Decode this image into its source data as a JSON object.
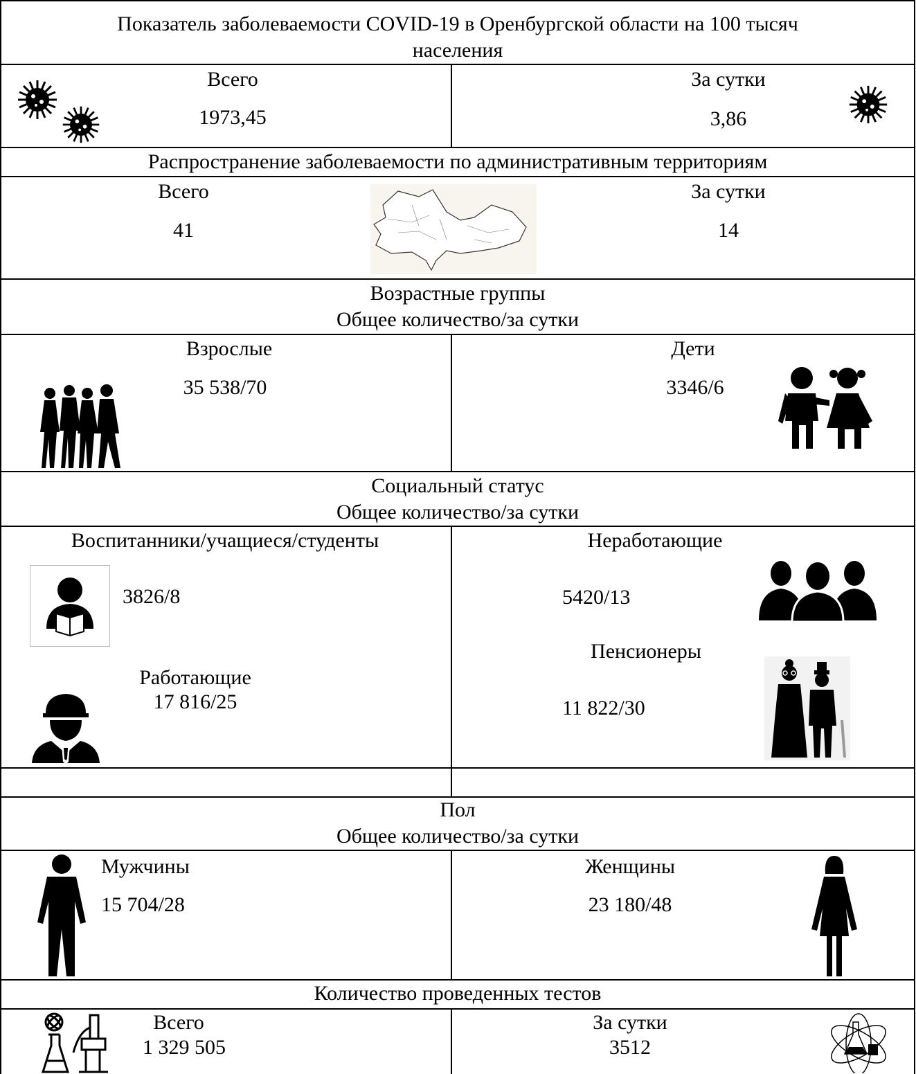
{
  "title": "Показатель заболеваемости COVID-19 в Оренбургской области на 100 тысяч населения",
  "title_line1": "Показатель заболеваемости COVID-19 в Оренбургской области на 100 тысяч",
  "title_line2": "населения",
  "rate": {
    "total_label": "Всего",
    "total_value": "1973,45",
    "daily_label": "За сутки",
    "daily_value": "3,86"
  },
  "territories": {
    "heading": "Распространение заболеваемости по административным территориям",
    "total_label": "Всего",
    "total_value": "41",
    "daily_label": "За сутки",
    "daily_value": "14"
  },
  "age": {
    "heading": "Возрастные группы",
    "subheading": "Общее количество/за сутки",
    "adults_label": "Взрослые",
    "adults_value": "35 538/70",
    "children_label": "Дети",
    "children_value": "3346/6"
  },
  "social": {
    "heading": "Социальный статус",
    "subheading": "Общее количество/за сутки",
    "students_label": "Воспитанники/учащиеся/студенты",
    "students_value": "3826/8",
    "unemployed_label": "Неработающие",
    "unemployed_value": "5420/13",
    "pensioners_label": "Пенсионеры",
    "pensioners_value": "11 822/30",
    "working_label": "Работающие",
    "working_value": "17 816/25"
  },
  "sex": {
    "heading": "Пол",
    "subheading": "Общее количество/за сутки",
    "men_label": "Мужчины",
    "men_value": "15 704/28",
    "women_label": "Женщины",
    "women_value": "23 180/48"
  },
  "tests": {
    "heading": "Количество проведенных тестов",
    "total_label": "Всего",
    "total_value": "1 329 505",
    "daily_label": "За сутки",
    "daily_value": "3512"
  },
  "icons": [
    "virus-icon",
    "map-icon",
    "adults-icon",
    "children-icon",
    "student-icon",
    "unemployed-icon",
    "worker-icon",
    "pensioners-icon",
    "man-icon",
    "woman-icon",
    "lab-icon",
    "atom-flask-icon"
  ]
}
